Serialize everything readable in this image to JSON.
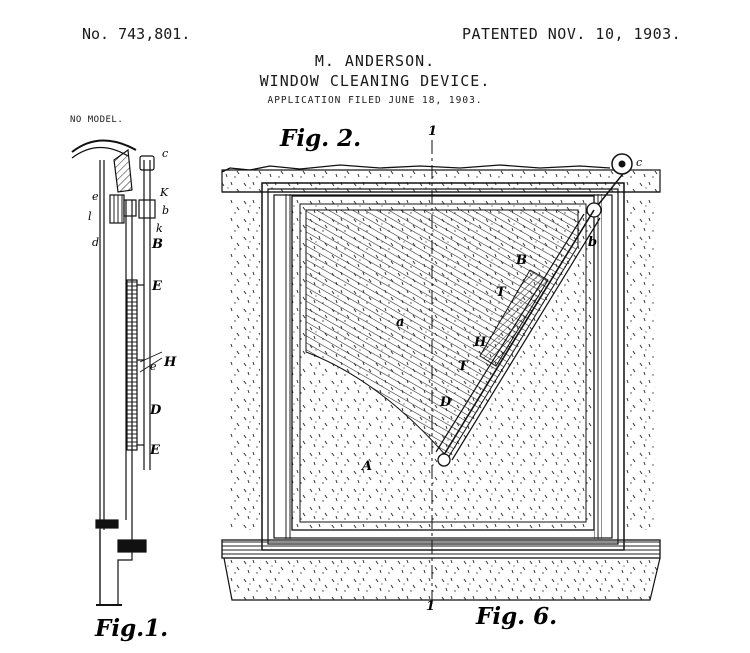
{
  "header": {
    "patent_number": "No. 743,801.",
    "patent_date": "PATENTED NOV. 10, 1903.",
    "inventor": "M. ANDERSON.",
    "title": "WINDOW CLEANING DEVICE.",
    "application": "APPLICATION FILED JUNE 18, 1903.",
    "model_note": "NO MODEL."
  },
  "figures": {
    "fig1_caption": "Fig.1.",
    "fig2_caption": "Fig. 2.",
    "fig6_caption": "Fig. 6.",
    "section_mark": "1"
  },
  "fig1_labels": {
    "c": "c",
    "K": "K",
    "b": "b",
    "k": "k",
    "e": "e",
    "l": "l",
    "d": "d",
    "B": "B",
    "E_top": "E",
    "e_mid": "e",
    "H": "H",
    "D": "D",
    "E_bottom": "E"
  },
  "fig2_labels": {
    "a": "a",
    "A": "A",
    "B": "B",
    "b": "b",
    "c": "c",
    "T_upper": "T",
    "H": "H",
    "T_lower": "T",
    "D": "D"
  },
  "colors": {
    "ink": "#111111",
    "paper": "#ffffff"
  }
}
